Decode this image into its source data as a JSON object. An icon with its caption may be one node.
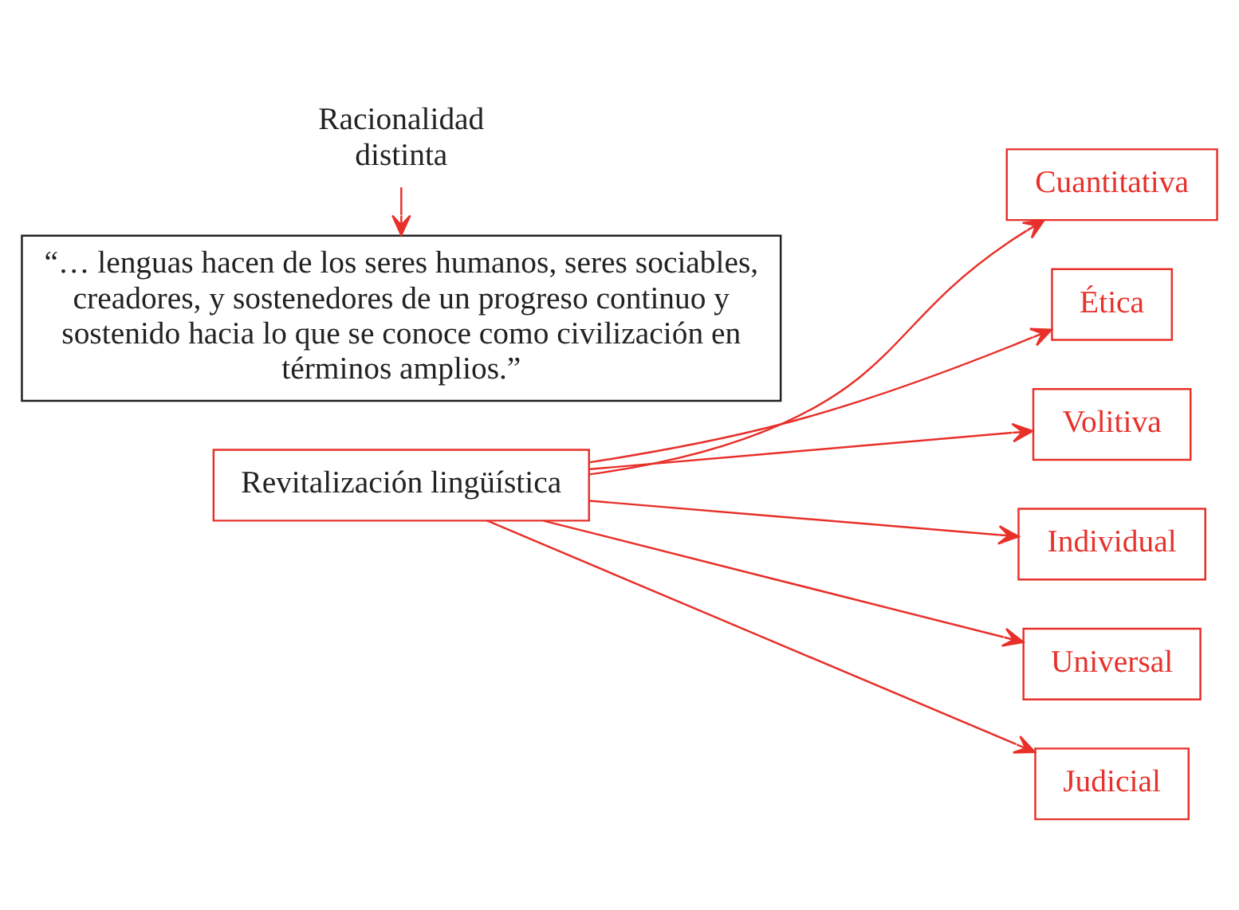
{
  "diagram": {
    "nodes": [
      {
        "text": [
          "Revitalización lingüística"
        ]
      },
      {
        "text": [
          "Cuantitativa"
        ]
      },
      {
        "text": [
          "Ética"
        ]
      },
      {
        "text": [
          "Volitiva"
        ]
      },
      {
        "text": [
          "Individual"
        ]
      },
      {
        "text": [
          "Universal"
        ]
      },
      {
        "text": [
          "Judicial"
        ]
      },
      {
        "text": [
          "Racionalidad distinta"
        ]
      },
      {
        "text": [
          "“… lenguas hacen de los seres humanos, seres sociables, creadores, y sostenedores de un progreso continuo y sostenido hacia lo que se conoce como civilización en términos amplios.”"
        ]
      }
    ],
    "edges": [
      {
        "from": 0,
        "to": 1,
        "arrow": "to"
      },
      {
        "from": 0,
        "to": 2,
        "arrow": "to"
      },
      {
        "from": 0,
        "to": 3,
        "arrow": "to"
      },
      {
        "from": 0,
        "to": 4,
        "arrow": "to"
      },
      {
        "from": 0,
        "to": 5,
        "arrow": "to"
      },
      {
        "from": 0,
        "to": 6,
        "arrow": "to"
      },
      {
        "from": 7,
        "to": 8,
        "arrow": "to"
      }
    ]
  }
}
